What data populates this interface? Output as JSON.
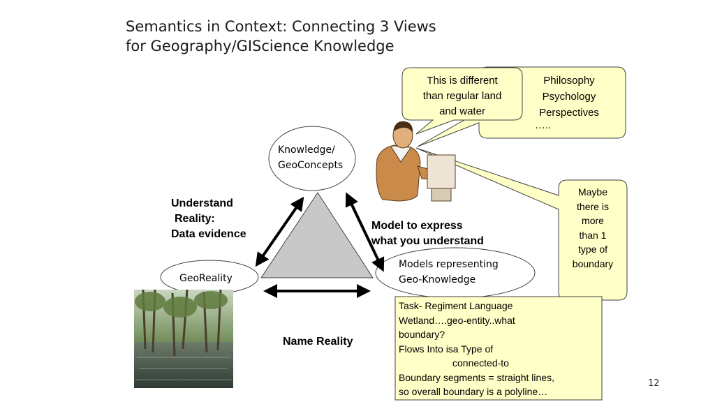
{
  "slide": {
    "title_line1": "Semantics in Context: Connecting 3 Views",
    "title_line2": "for Geography/GIScience Knowledge",
    "page_number": "12"
  },
  "nodes": {
    "knowledge_line1": "Knowledge/",
    "knowledge_line2": "GeoConcepts",
    "georeality": "GeoReality",
    "models_line1": "Models representing",
    "models_line2": "Geo-Knowledge"
  },
  "edges": {
    "understand_line1": "Understand",
    "understand_line2": "Reality:",
    "understand_line3": "Data evidence",
    "model_line1": "Model to express",
    "model_line2": "what you understand",
    "name_reality": "Name Reality"
  },
  "callouts": {
    "different_line1": "This is different",
    "different_line2": "than regular land",
    "different_line3": "and water",
    "philosophy_line1": "Philosophy",
    "philosophy_line2": "Psychology",
    "philosophy_line3": "Perspectives",
    "philosophy_line4": "…..",
    "boundary_line1": "Maybe",
    "boundary_line2": "there is",
    "boundary_line3": "more",
    "boundary_line4": "than 1",
    "boundary_line5": "type of",
    "boundary_line6": "boundary"
  },
  "task_box": {
    "line1": "Task- Regiment Language",
    "line2": "Wetland….geo-entity..what",
    "line3": "boundary?",
    "line4": "Flows Into isa Type of",
    "line5": "connected-to",
    "line6": "Boundary segments = straight lines,",
    "line7": "so overall boundary is a polyline…"
  },
  "colors": {
    "callout_fill": "#ffffc8",
    "triangle_fill": "#c8c8c8",
    "stroke": "#404040"
  }
}
